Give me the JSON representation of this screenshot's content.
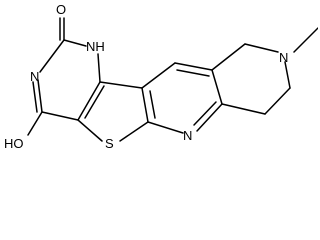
{
  "atom_labels": {
    "carbonyl_oxygen": "O",
    "nh": "NH",
    "pyrimidine_n": "N",
    "hydroxyl": "HO",
    "thiophene_s": "S",
    "pyridine_n": "N",
    "amine_n": "N"
  }
}
